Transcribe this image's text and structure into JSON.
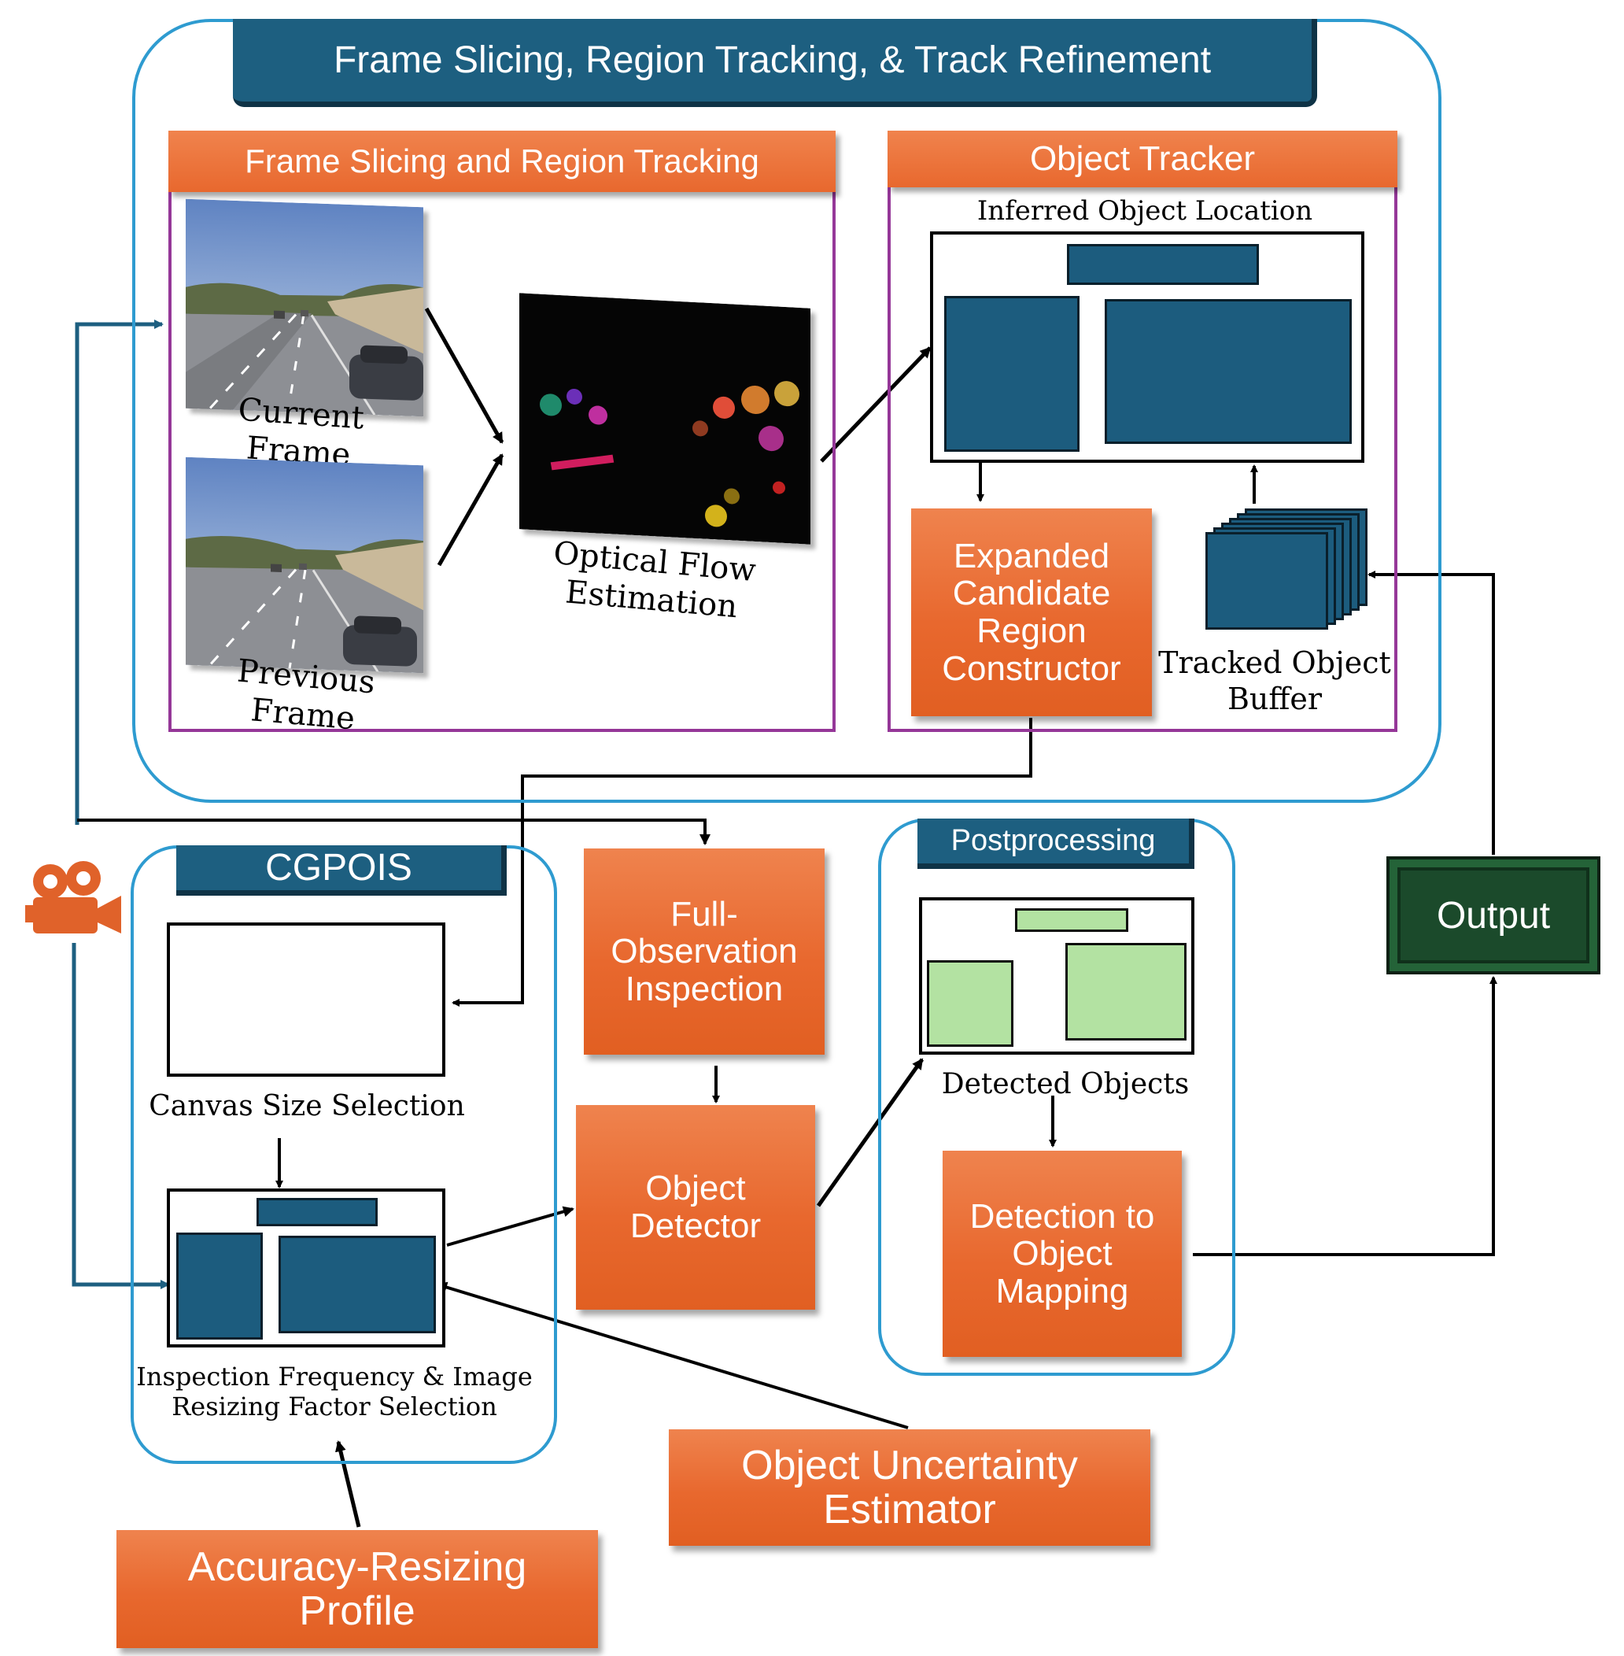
{
  "main_title": "Frame Slicing, Region Tracking, & Track Refinement",
  "frame_slicing": {
    "header": "Frame Slicing and Region Tracking",
    "current_frame": "Current Frame",
    "previous_frame": "Previous Frame",
    "optical_flow": "Optical Flow\nEstimation"
  },
  "object_tracker": {
    "header": "Object Tracker",
    "inferred_location": "Inferred Object Location",
    "expanded_constructor": "Expanded\nCandidate\nRegion\nConstructor",
    "tracked_buffer": "Tracked Object\nBuffer"
  },
  "cgpois": {
    "title": "CGPOIS",
    "canvas_selection": "Canvas Size Selection",
    "inspection_selection": "Inspection Frequency & Image\nResizing Factor Selection"
  },
  "full_observation": "Full-\nObservation\nInspection",
  "object_detector": "Object\nDetector",
  "postprocessing": {
    "title": "Postprocessing",
    "detected_objects": "Detected Objects",
    "mapping": "Detection to\nObject\nMapping"
  },
  "output": "Output",
  "uncertainty_estimator": "Object Uncertainty\nEstimator",
  "accuracy_profile": "Accuracy-Resizing\nProfile",
  "icons": {
    "camera": "video-camera-icon"
  },
  "colors": {
    "navy": "#1d5f80",
    "orange": "#e8682e",
    "outline_blue": "#2e9bd0",
    "purple": "#953798",
    "green_fill": "#b3e2a2",
    "output_green": "#1b4a2b"
  }
}
